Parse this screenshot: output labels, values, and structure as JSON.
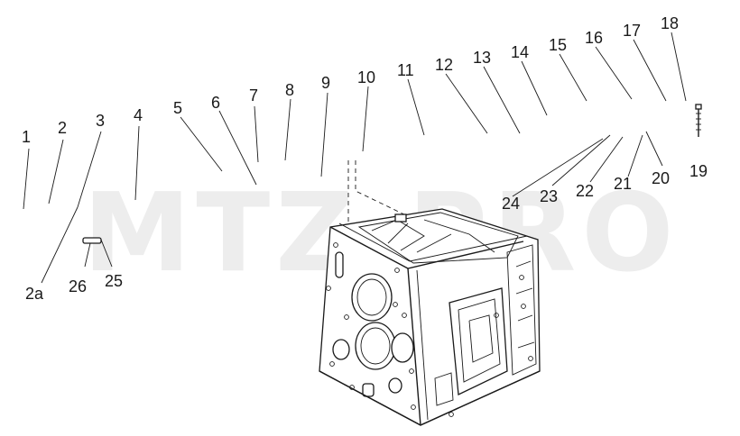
{
  "watermark": "MTZ-PRO",
  "callouts": [
    {
      "id": "c-1",
      "text": "1"
    },
    {
      "id": "c-2",
      "text": "2"
    },
    {
      "id": "c-3",
      "text": "3"
    },
    {
      "id": "c-4",
      "text": "4"
    },
    {
      "id": "c-5",
      "text": "5"
    },
    {
      "id": "c-6",
      "text": "6"
    },
    {
      "id": "c-7",
      "text": "7"
    },
    {
      "id": "c-8",
      "text": "8"
    },
    {
      "id": "c-9",
      "text": "9"
    },
    {
      "id": "c-10",
      "text": "10"
    },
    {
      "id": "c-11",
      "text": "11"
    },
    {
      "id": "c-12",
      "text": "12"
    },
    {
      "id": "c-13",
      "text": "13"
    },
    {
      "id": "c-14",
      "text": "14"
    },
    {
      "id": "c-15",
      "text": "15"
    },
    {
      "id": "c-16",
      "text": "16"
    },
    {
      "id": "c-17",
      "text": "17"
    },
    {
      "id": "c-18",
      "text": "18"
    },
    {
      "id": "c-19",
      "text": "19"
    },
    {
      "id": "c-20",
      "text": "20"
    },
    {
      "id": "c-21",
      "text": "21"
    },
    {
      "id": "c-22",
      "text": "22"
    },
    {
      "id": "c-23",
      "text": "23"
    },
    {
      "id": "c-24",
      "text": "24"
    },
    {
      "id": "c-25",
      "text": "25"
    },
    {
      "id": "c-26",
      "text": "26"
    },
    {
      "id": "c-2a",
      "text": "2a"
    }
  ]
}
